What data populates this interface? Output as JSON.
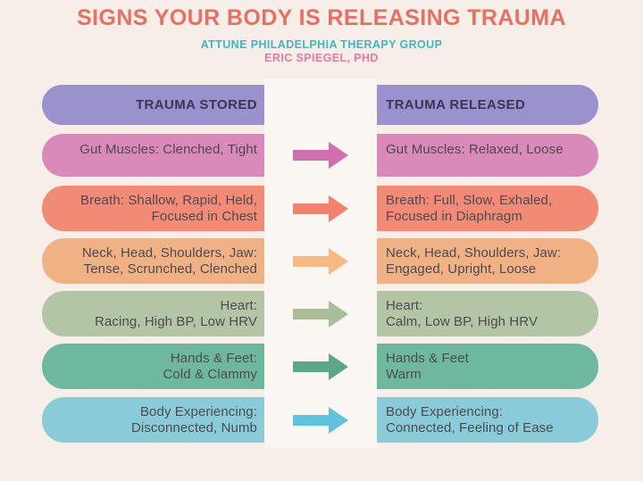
{
  "heading": {
    "title": "SIGNS YOUR BODY IS RELEASING TRAUMA",
    "org": "ATTUNE PHILADELPHIA THERAPY GROUP",
    "author": "ERIC SPIEGEL, PHD",
    "title_color": "#e96e63",
    "org_color": "#3eb7bd",
    "author_color": "#e878a6"
  },
  "columns": {
    "stored_label": "TRAUMA STORED",
    "released_label": "TRAUMA RELEASED",
    "header_bg": "#9b91cc",
    "header_text_color": "#3b3456"
  },
  "rows": [
    {
      "topic": "gut-muscles",
      "bg": "#d989ba",
      "arrow": "#d16fae",
      "stored_line1": "Gut Muscles: Clenched, Tight",
      "released_line1": "Gut Muscles: Relaxed, Loose"
    },
    {
      "topic": "breath",
      "bg": "#f18b76",
      "arrow": "#f3816b",
      "stored_line1": "Breath: Shallow, Rapid, Held,",
      "stored_line2": "Focused in Chest",
      "released_line1": "Breath: Full, Slow, Exhaled,",
      "released_line2": "Focused in Diaphragm"
    },
    {
      "topic": "neck-head-shoulders-jaw",
      "bg": "#f0b285",
      "arrow": "#f8ba82",
      "stored_line1": "Neck, Head, Shoulders, Jaw:",
      "stored_line2": "Tense, Scrunched, Clenched",
      "released_line1": "Neck, Head, Shoulders, Jaw:",
      "released_line2": "Engaged, Upright, Loose"
    },
    {
      "topic": "heart",
      "bg": "#b3c5a4",
      "arrow": "#a9bd99",
      "stored_line1": "Heart:",
      "stored_line2": "Racing, High BP, Low HRV",
      "released_line1": "Heart:",
      "released_line2": "Calm, Low BP, High HRV"
    },
    {
      "topic": "hands-feet",
      "bg": "#6fb8a0",
      "arrow": "#59a88c",
      "stored_line1": "Hands & Feet:",
      "stored_line2": "Cold & Clammy",
      "released_line1": "Hands & Feet",
      "released_line2": "Warm"
    },
    {
      "topic": "body-experiencing",
      "bg": "#89cbd8",
      "arrow": "#60c2dc",
      "stored_line1": "Body Experiencing:",
      "stored_line2": "Disconnected, Numb",
      "released_line1": "Body Experiencing:",
      "released_line2": "Connected, Feeling of Ease"
    }
  ],
  "colors": {
    "background": "#f5efe8",
    "center_band": "#faf6f1",
    "pill_text": "#4e4a51"
  }
}
